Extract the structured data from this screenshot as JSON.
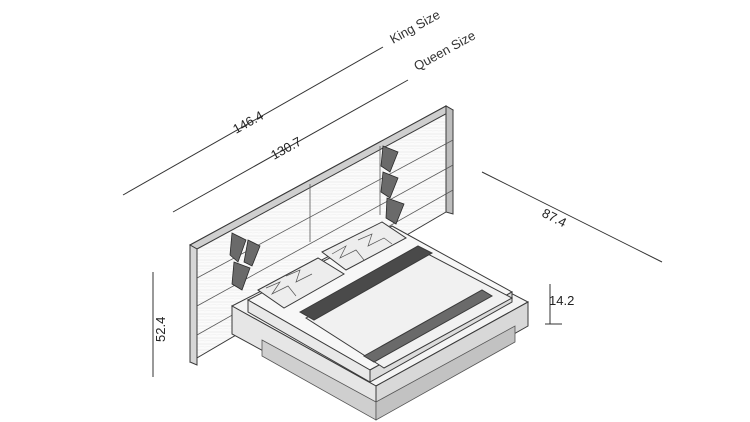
{
  "labels": {
    "king": "King Size",
    "queen": "Queen Size"
  },
  "dimensions": {
    "king_width": "146.4",
    "queen_width": "130.7",
    "depth": "87.4",
    "headboard_height": "52.4",
    "platform_height": "14.2"
  }
}
